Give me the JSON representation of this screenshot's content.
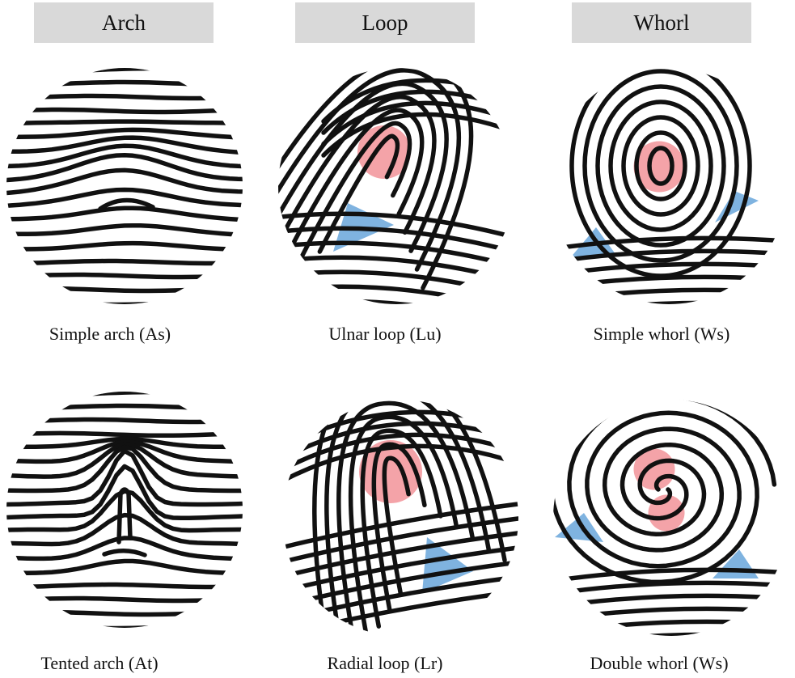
{
  "categories": [
    {
      "key": "arch",
      "label": "Arch",
      "patterns": [
        {
          "name": "Simple arch (As)",
          "style": "simple-arch",
          "cores": [],
          "deltas": []
        },
        {
          "name": "Tented arch (At)",
          "style": "tented-arch",
          "cores": [],
          "deltas": []
        }
      ]
    },
    {
      "key": "loop",
      "label": "Loop",
      "patterns": [
        {
          "name": "Ulnar loop (Lu)",
          "style": "ulnar-loop",
          "cores": [
            [
              0.45,
              0.36,
              0.11
            ]
          ],
          "deltas": [
            [
              [
                0.24,
                0.77
              ],
              [
                0.3,
                0.57
              ],
              [
                0.49,
                0.66
              ]
            ]
          ]
        },
        {
          "name": "Radial loop (Lr)",
          "style": "radial-loop",
          "cores": [
            [
              0.46,
              0.31,
              0.13
            ]
          ],
          "deltas": [
            [
              [
                0.59,
                0.81
              ],
              [
                0.61,
                0.58
              ],
              [
                0.8,
                0.72
              ]
            ]
          ]
        }
      ]
    },
    {
      "key": "whorl",
      "label": "Whorl",
      "patterns": [
        {
          "name": "Simple whorl (Ws)",
          "style": "simple-whorl",
          "cores": [
            [
              0.46,
              0.42,
              0.105
            ]
          ],
          "deltas": [
            [
              [
                0.09,
                0.8
              ],
              [
                0.2,
                0.67
              ],
              [
                0.28,
                0.78
              ]
            ],
            [
              [
                0.69,
                0.65
              ],
              [
                0.77,
                0.52
              ],
              [
                0.87,
                0.56
              ]
            ]
          ]
        },
        {
          "name": "Double whorl (Ws)",
          "style": "double-whorl",
          "cores": [
            [
              0.43,
              0.3,
              0.085
            ],
            [
              0.48,
              0.48,
              0.075
            ]
          ],
          "deltas": [
            [
              [
                0.02,
                0.58
              ],
              [
                0.14,
                0.48
              ],
              [
                0.22,
                0.6
              ]
            ],
            [
              [
                0.67,
                0.75
              ],
              [
                0.78,
                0.63
              ],
              [
                0.86,
                0.75
              ]
            ]
          ]
        }
      ]
    }
  ],
  "colors": {
    "ridge": "#111111",
    "core": "#f4a3a8",
    "delta": "#7fb3e0",
    "header_bg": "#d9d9d9"
  }
}
